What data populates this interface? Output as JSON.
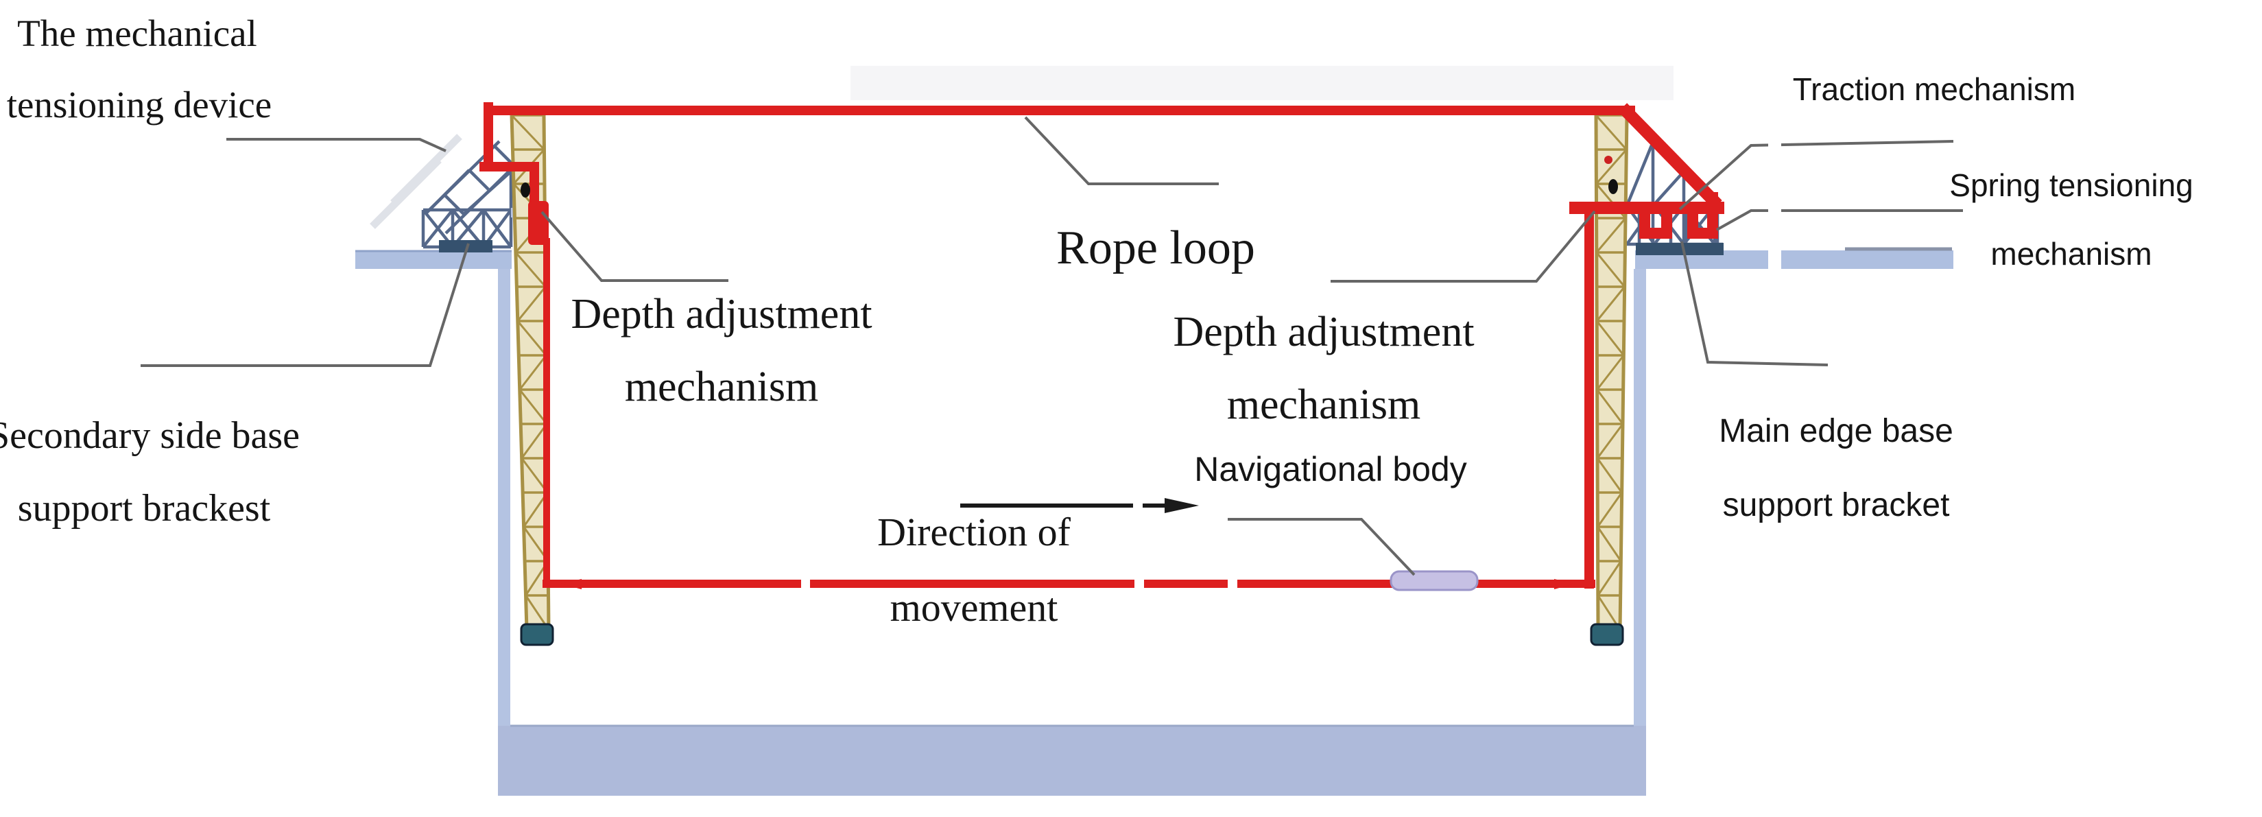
{
  "labels": {
    "mechanical_tensioning": {
      "lines": [
        "The mechanical",
        "tensioning device"
      ]
    },
    "secondary_bracket": {
      "lines": [
        "Secondary side base",
        "support brackest"
      ]
    },
    "depth_left": {
      "lines": [
        "Depth adjustment",
        "mechanism"
      ]
    },
    "rope_loop": {
      "lines": [
        "Rope loop"
      ]
    },
    "depth_right": {
      "lines": [
        "Depth adjustment",
        "mechanism"
      ]
    },
    "navigational_body": {
      "lines": [
        "Navigational body"
      ]
    },
    "direction": {
      "lines": [
        "Direction of",
        "movement"
      ]
    },
    "traction": {
      "lines": [
        "Traction mechanism"
      ]
    },
    "spring": {
      "lines": [
        "Spring tensioning",
        "mechanism"
      ]
    },
    "main_edge": {
      "lines": [
        "Main edge base",
        "support bracket"
      ]
    }
  },
  "colors": {
    "rope_red": "#dd1f1f",
    "truss_blue": "#55688a",
    "base_dark_blue": "#35516e",
    "platform_blue": "#aebfe0",
    "basin_fill": "#aebada",
    "mast_tan": "#a89145",
    "mast_fill": "#ece4c4",
    "leader_gray": "#666666",
    "navigational_body_fill": "#c6c0e4",
    "foot_teal": "#2d6272"
  }
}
